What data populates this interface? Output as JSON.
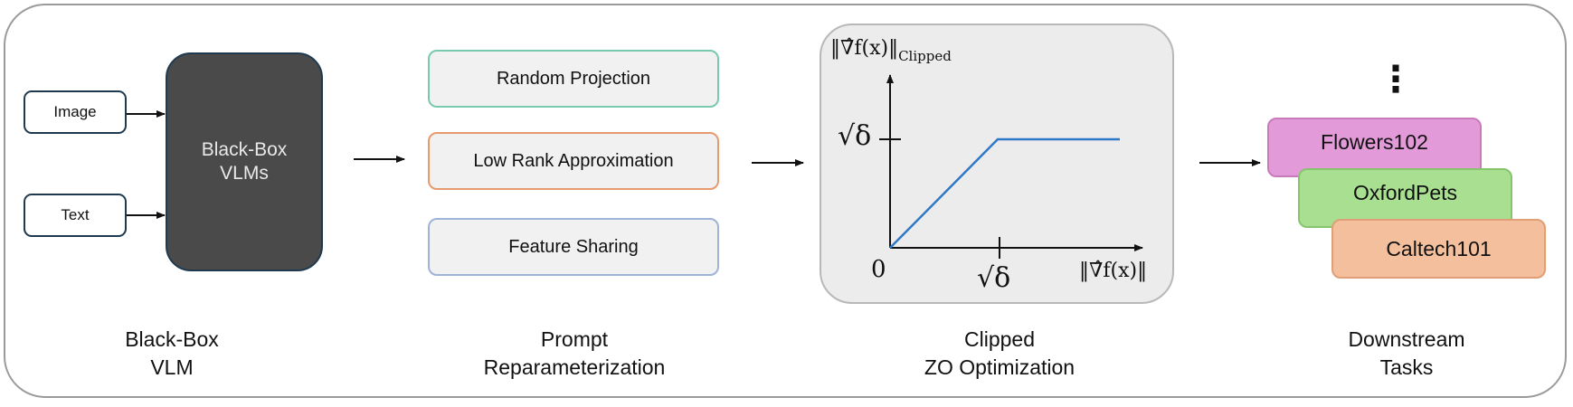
{
  "inputs": {
    "image": "Image",
    "text": "Text"
  },
  "vlm_box": {
    "line1": "Black-Box",
    "line2": "VLMs"
  },
  "methods": {
    "random_projection": "Random Projection",
    "low_rank": "Low Rank Approximation",
    "feature_sharing": "Feature Sharing"
  },
  "plot": {
    "y_label_main": "‖∇̂f(x)‖",
    "y_label_sub": "Clipped",
    "y_tick": "√δ",
    "origin": "0",
    "x_tick": "√δ",
    "x_label": "‖∇̂f(x)‖"
  },
  "tasks": {
    "ellipsis": "⋮",
    "flowers": "Flowers102",
    "pets": "OxfordPets",
    "caltech": "Caltech101"
  },
  "stages": {
    "vlm": {
      "line1": "Black-Box",
      "line2": "VLM"
    },
    "prompt": {
      "line1": "Prompt",
      "line2": "Reparameterization"
    },
    "clipped": {
      "line1": "Clipped",
      "line2": "ZO Optimization"
    },
    "downstream": {
      "line1": "Downstream",
      "line2": "Tasks"
    }
  },
  "colors": {
    "random_projection_border": "#78c9b0",
    "low_rank_border": "#e79a6d",
    "feature_sharing_border": "#9fb3d6",
    "plot_line": "#2f78c8",
    "flowers_fill": "#e39ad9",
    "pets_fill": "#a8df90",
    "caltech_fill": "#f4bf9c"
  }
}
